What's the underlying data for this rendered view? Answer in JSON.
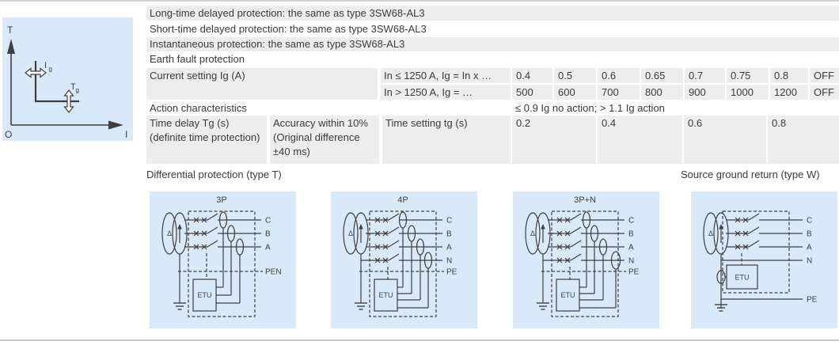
{
  "panel": {
    "t_axis": "T",
    "i_axis": "I",
    "origin": "O",
    "ig_main": "I",
    "ig_sub": "g",
    "tg_main": "T",
    "tg_sub": "g"
  },
  "table": {
    "full_rows": [
      "Long-time delayed protection: the same as type 3SW68-AL3",
      "Short-time delayed protection: the same as type 3SW68-AL3",
      "Instantaneous protection: the same as type 3SW68-AL3",
      "Earth fault protection"
    ],
    "current_setting": {
      "label": "Current setting Ig (A)",
      "rows": [
        {
          "condition": "In ≤ 1250 A, Ig = In x …",
          "values": [
            "0.4",
            "0.5",
            "0.6",
            "0.65",
            "0.7",
            "0.75",
            "0.8",
            "OFF"
          ]
        },
        {
          "condition": "In > 1250 A, Ig = …",
          "values": [
            "500",
            "600",
            "700",
            "800",
            "900",
            "1000",
            "1200",
            "OFF"
          ]
        }
      ]
    },
    "action": {
      "label": "Action characteristics",
      "value": "≤ 0.9 Ig no action; > 1.1 Ig action"
    },
    "time_delay": {
      "label_lines": [
        "Time delay Tg (s)",
        "(definite time protection)"
      ],
      "accuracy_lines": [
        "Accuracy within 10%",
        "(Original difference",
        "±40 ms)"
      ],
      "setting_label": "Time setting tg (s)",
      "values": [
        "0.2",
        "0.4",
        "0.6",
        "0.8"
      ]
    }
  },
  "captions": {
    "left": "Differential protection (type T)",
    "right": "Source ground return (type W)"
  },
  "diagrams": [
    {
      "kind": "T",
      "title": "3P",
      "phases": [
        "C",
        "B",
        "A"
      ],
      "bus": "PEN",
      "etu": "ETU",
      "delta": "Δ",
      "neutral_ct": "none"
    },
    {
      "kind": "T",
      "title": "4P",
      "phases": [
        "C",
        "B",
        "A",
        "N"
      ],
      "bus": "PE",
      "etu": "ETU",
      "delta": "Δ",
      "neutral_ct": "inside"
    },
    {
      "kind": "T",
      "title": "3P+N",
      "phases": [
        "C",
        "B",
        "A",
        "N"
      ],
      "bus": "PE",
      "etu": "ETU",
      "delta": "Δ",
      "neutral_ct": "boundary"
    },
    {
      "kind": "W",
      "title": "",
      "phases": [
        "C",
        "B",
        "A"
      ],
      "neutral_label": "N",
      "bus": "PE",
      "etu": "ETU",
      "delta": "Δ"
    }
  ],
  "colors": {
    "row_shade": "#ededed",
    "panel_blue": "#d9e9f7",
    "diagram_line": "#3f3f3f",
    "text": "#3b3b3b",
    "rule": "#c6c6c6"
  }
}
